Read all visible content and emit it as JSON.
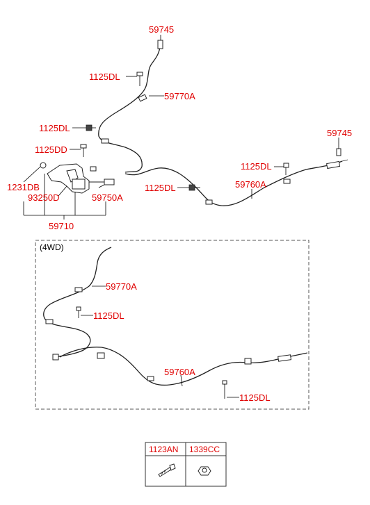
{
  "labels": {
    "p59745_top": "59745",
    "p1125dl_top": "1125DL",
    "p59770a_top": "59770A",
    "p1125dl_left": "1125DL",
    "p59745_right": "59745",
    "p1125dd": "1125DD",
    "p1125dl_right": "1125DL",
    "p1231db": "1231DB",
    "p93250d": "93250D",
    "p59750a": "59750A",
    "p1125dl_mid": "1125DL",
    "p59760a_top": "59760A",
    "p59710": "59710",
    "section_4wd": "(4WD)",
    "p59770a_4wd": "59770A",
    "p1125dl_4wd_a": "1125DL",
    "p59760a_4wd": "59760A",
    "p1125dl_4wd_b": "1125DL"
  },
  "legend_table": {
    "col1": "1123AN",
    "col2": "1339CC"
  },
  "colors": {
    "label": "#e00000",
    "line": "#222222"
  }
}
